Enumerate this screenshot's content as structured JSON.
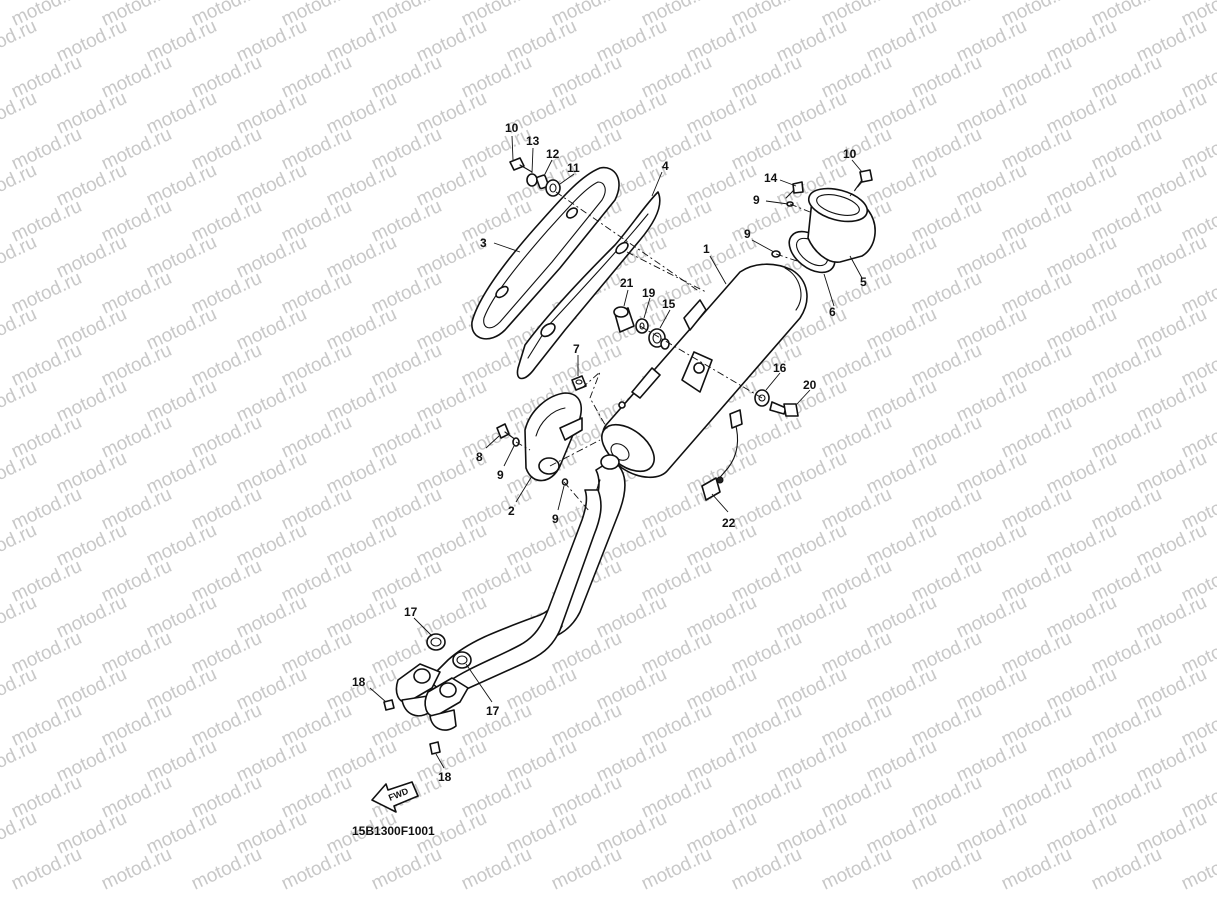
{
  "watermark": {
    "text": "motod.ru"
  },
  "diagram_code": "15B1300F1001",
  "fwd_label": "FWD",
  "callouts": [
    {
      "id": "c10a",
      "label": "10"
    },
    {
      "id": "c13",
      "label": "13"
    },
    {
      "id": "c12",
      "label": "12"
    },
    {
      "id": "c11",
      "label": "11"
    },
    {
      "id": "c4",
      "label": "4"
    },
    {
      "id": "c3",
      "label": "3"
    },
    {
      "id": "c1",
      "label": "1"
    },
    {
      "id": "c10b",
      "label": "10"
    },
    {
      "id": "c14",
      "label": "14"
    },
    {
      "id": "c9a",
      "label": "9"
    },
    {
      "id": "c9b",
      "label": "9"
    },
    {
      "id": "c5",
      "label": "5"
    },
    {
      "id": "c6",
      "label": "6"
    },
    {
      "id": "c21",
      "label": "21"
    },
    {
      "id": "c19",
      "label": "19"
    },
    {
      "id": "c15",
      "label": "15"
    },
    {
      "id": "c7",
      "label": "7"
    },
    {
      "id": "c16",
      "label": "16"
    },
    {
      "id": "c20",
      "label": "20"
    },
    {
      "id": "c8",
      "label": "8"
    },
    {
      "id": "c9c",
      "label": "9"
    },
    {
      "id": "c2",
      "label": "2"
    },
    {
      "id": "c9d",
      "label": "9"
    },
    {
      "id": "c22",
      "label": "22"
    },
    {
      "id": "c17a",
      "label": "17"
    },
    {
      "id": "c17b",
      "label": "17"
    },
    {
      "id": "c18a",
      "label": "18"
    },
    {
      "id": "c18b",
      "label": "18"
    }
  ]
}
